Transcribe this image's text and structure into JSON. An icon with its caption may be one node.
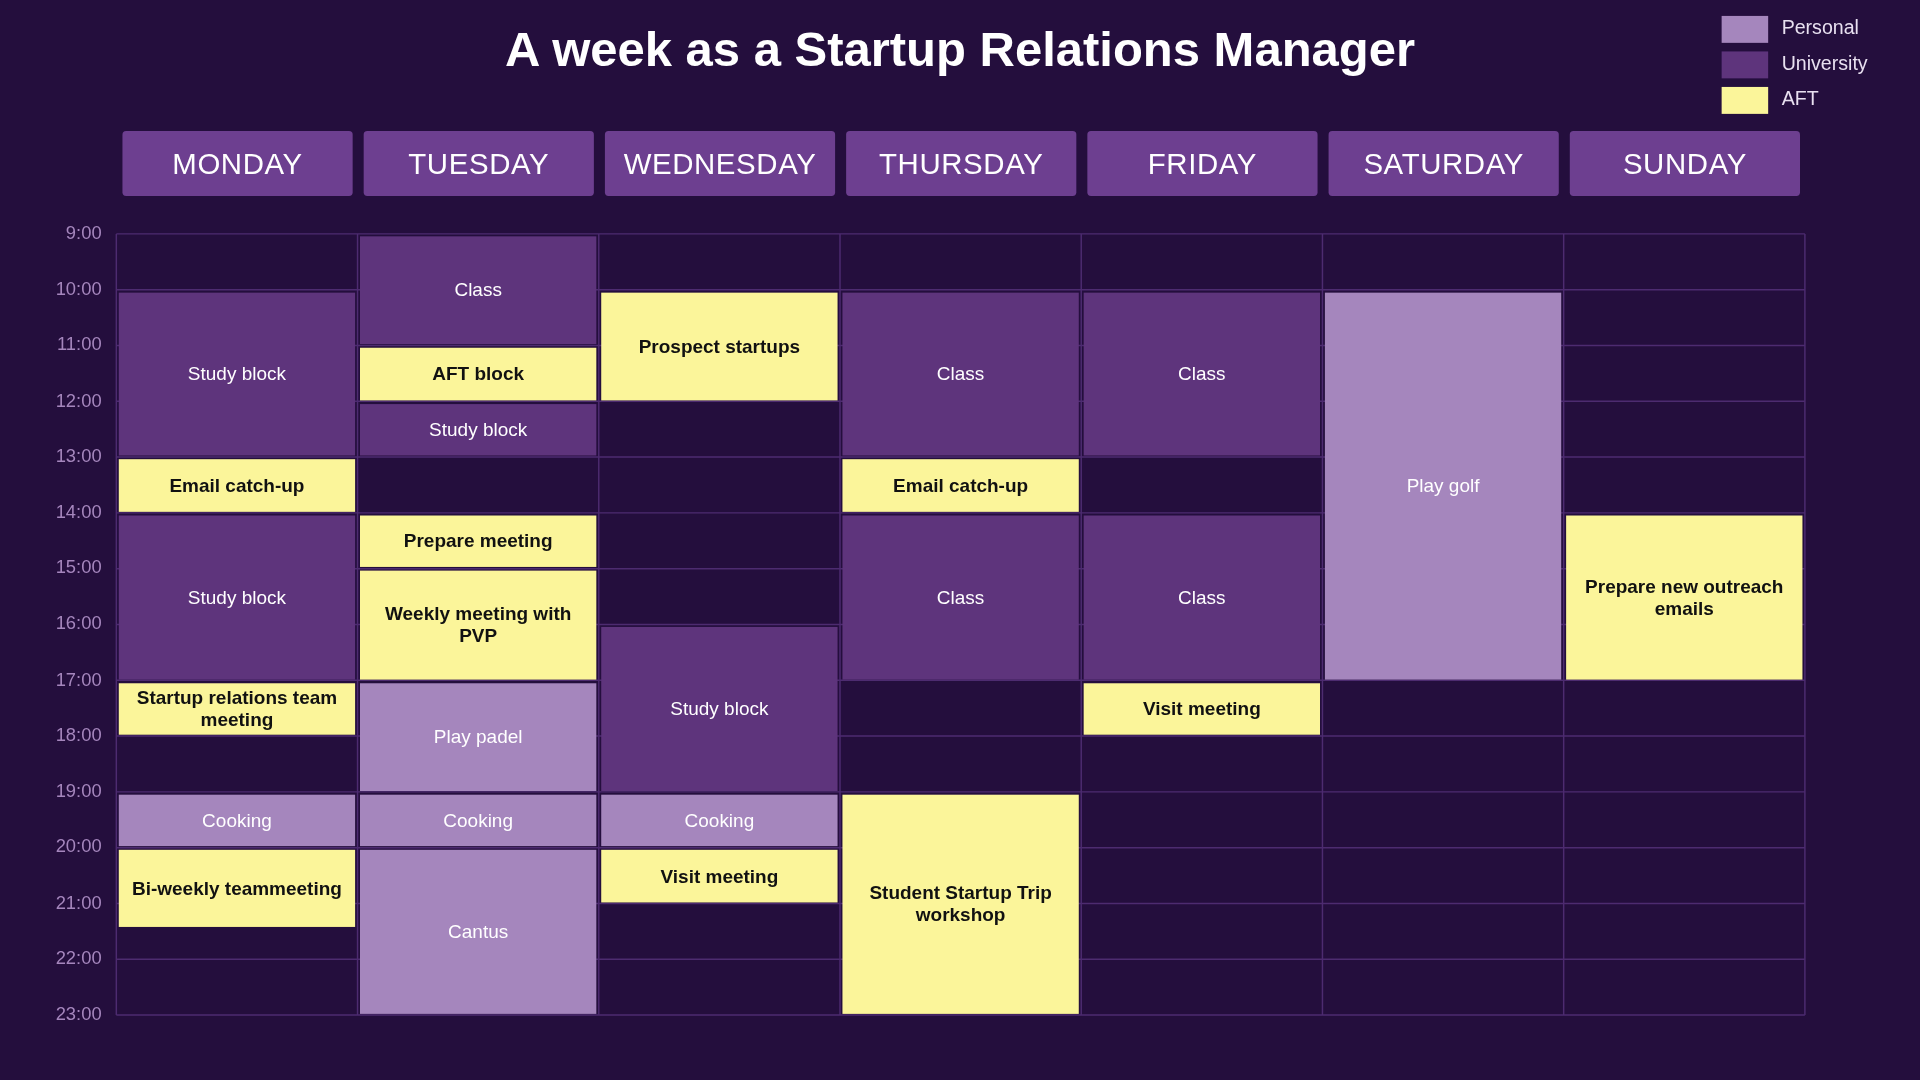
{
  "diagram": {
    "title": "A week as a Startup Relations Manager",
    "nodes": [
      {
        "text": [
          "MONDAY"
        ]
      },
      {
        "text": [
          "TUESDAY"
        ]
      },
      {
        "text": [
          "WEDNESDAY"
        ]
      },
      {
        "text": [
          "THURSDAY"
        ]
      },
      {
        "text": [
          "FRIDAY"
        ]
      },
      {
        "text": [
          "SATURDAY"
        ]
      },
      {
        "text": [
          "SUNDAY"
        ]
      },
      {
        "text": [
          "Study block"
        ]
      },
      {
        "text": [
          "Email catch-up"
        ]
      },
      {
        "text": [
          "Study block"
        ]
      },
      {
        "text": [
          "Startup relations team meeting"
        ]
      },
      {
        "text": [
          "Cooking"
        ]
      },
      {
        "text": [
          "Bi-weekly teammeeting"
        ]
      },
      {
        "text": [
          "Class"
        ]
      },
      {
        "text": [
          "AFT block"
        ]
      },
      {
        "text": [
          "Study block"
        ]
      },
      {
        "text": [
          "Prepare meeting"
        ]
      },
      {
        "text": [
          "Weekly meeting with PVP"
        ]
      },
      {
        "text": [
          "Play padel"
        ]
      },
      {
        "text": [
          "Cooking"
        ]
      },
      {
        "text": [
          "Cantus"
        ]
      },
      {
        "text": [
          "Prospect startups"
        ]
      },
      {
        "text": [
          "Study block"
        ]
      },
      {
        "text": [
          "Cooking"
        ]
      },
      {
        "text": [
          "Visit meeting"
        ]
      },
      {
        "text": [
          "Class"
        ]
      },
      {
        "text": [
          "Email catch-up"
        ]
      },
      {
        "text": [
          "Class"
        ]
      },
      {
        "text": [
          "Student Startup Trip workshop"
        ]
      },
      {
        "text": [
          "Class"
        ]
      },
      {
        "text": [
          "Class"
        ]
      },
      {
        "text": [
          "Visit meeting"
        ]
      },
      {
        "text": [
          "Play golf"
        ]
      },
      {
        "text": [
          "Prepare new outreach emails"
        ]
      }
    ],
    "labels": [
      "9:00",
      "10:00",
      "11:00",
      "12:00",
      "13:00",
      "14:00",
      "15:00",
      "16:00",
      "17:00",
      "18:00",
      "19:00",
      "20:00",
      "21:00",
      "22:00",
      "23:00"
    ],
    "legend": [
      {
        "text": "Personal",
        "color": "#a586bd"
      },
      {
        "text": "University",
        "color": "#5e347c"
      },
      {
        "text": "AFT",
        "color": "#fbf59a"
      }
    ]
  }
}
